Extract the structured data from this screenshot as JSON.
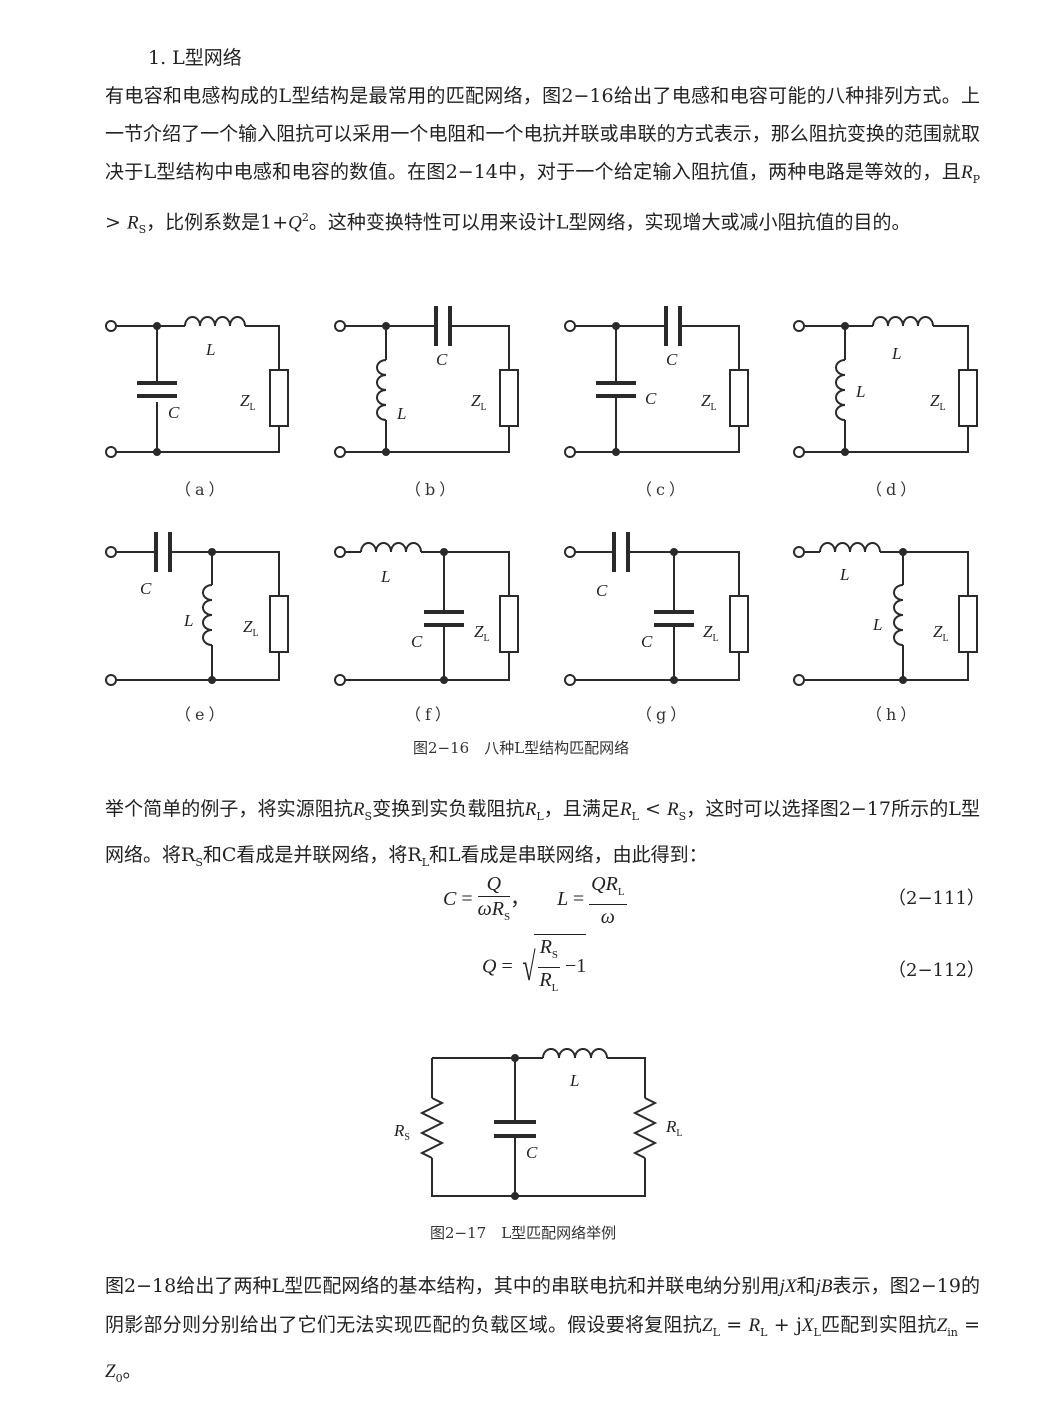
{
  "section_heading": "1. L型网络",
  "para1": "有电容和电感构成的L型结构是最常用的匹配网络，图2−16给出了电感和电容可能的八种排列方式。上一节介绍了一个输入阻抗可以采用一个电阻和一个电抗并联或串联的方式表示，那么阻抗变换的范围就取决于L型结构中电感和电容的数值。在图2−14中，对于一个给定输入阻抗值，两种电路是等效的，且R_P > R_S，比例系数是1+Q²。这种变换特性可以用来设计L型网络，实现增大或减小阻抗值的目的。",
  "para1_parts": {
    "a": "有电容和电感构成的L型结构是最常用的匹配网络，图2−16给出了电感和电容可能的八种排列方式。上一节介绍了一个输入阻抗可以采用一个电阻和一个电抗并联或串联的方式表示，那么阻抗变换的范围就取决于L型结构中电感和电容的数值。在图2−14中，对于一个给定输入阻抗值，两种电路是等效的，且",
    "b": "，比例系数是1+",
    "c": "。这种变换特性可以用来设计L型网络，实现增大或减小阻抗值的目的。"
  },
  "labels": {
    "L": "L",
    "C": "C",
    "Z": "Z",
    "L_sub": "L",
    "R": "R",
    "S": "S",
    "P": "P",
    "Q": "Q",
    "omega": "ω",
    "gt": " > ",
    "lt": " < ",
    "sq": "2",
    "minus1": " −1",
    "in": "in",
    "zero": "0",
    "jX": "jX",
    "jB": "jB",
    "eq": "=",
    "plus": "+",
    "j": "j",
    "X": "X"
  },
  "fig216": {
    "sub_labels": [
      "（a）",
      "（b）",
      "（c）",
      "（d）",
      "（e）",
      "（f）",
      "（g）",
      "（h）"
    ],
    "caption": "图2−16　八种L型结构匹配网络"
  },
  "para2_parts": {
    "a": "举个简单的例子，将实源阻抗",
    "b": "变换到实负载阻抗",
    "c": "，且满足",
    "d": "，这时可以选择图2−17所示的L型网络。将R",
    "e": "和C看成是并联网络，将R",
    "f": "和L看成是串联网络，由此得到："
  },
  "equations": {
    "eq111_number": "（2−111）",
    "eq112_number": "（2−112）",
    "comma": "，"
  },
  "fig217": {
    "caption": "图2−17　L型匹配网络举例"
  },
  "para3_parts": {
    "a": "图2−18给出了两种L型匹配网络的基本结构，其中的串联电抗和并联电纳分别用",
    "b": "和",
    "c": "表示，图2−19的阴影部分则分别给出了它们无法实现匹配的负载区域。假设要将复阻抗",
    "d": "匹配到实阻抗",
    "e": "。"
  }
}
